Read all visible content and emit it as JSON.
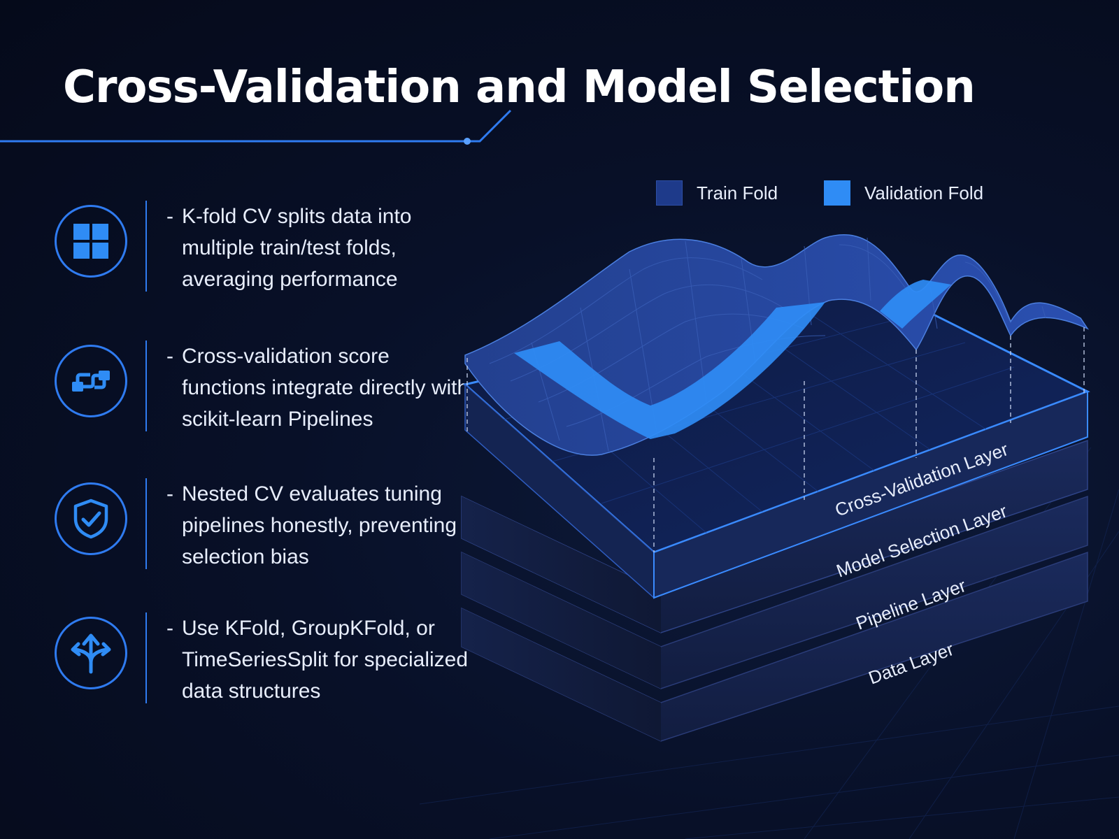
{
  "title": "Cross-Validation and Model Selection",
  "bullets": [
    {
      "icon": "grid-icon",
      "text": "K-fold CV splits data into multiple train/test folds, averaging performance"
    },
    {
      "icon": "pipeline-connector-icon",
      "text": "Cross-validation score functions integrate directly with scikit-learn Pipelines"
    },
    {
      "icon": "shield-check-icon",
      "text": "Nested CV evaluates tuning pipelines honestly, preventing selection bias"
    },
    {
      "icon": "split-arrows-icon",
      "text": "Use KFold, GroupKFold, or TimeSeriesSplit for specialized data structures"
    }
  ],
  "legend": [
    {
      "label": "Train Fold",
      "color": "#1e3a8a"
    },
    {
      "label": "Validation Fold",
      "color": "#2f8cf5"
    }
  ],
  "layers": [
    {
      "label": "Cross-Validation Layer"
    },
    {
      "label": "Model Selection Layer"
    },
    {
      "label": "Pipeline Layer"
    },
    {
      "label": "Data Layer"
    }
  ],
  "colors": {
    "accent": "#2f7bf0",
    "background": "#060b1c",
    "train_fold": "#1e3a8a",
    "validation_fold": "#2f8cf5"
  }
}
